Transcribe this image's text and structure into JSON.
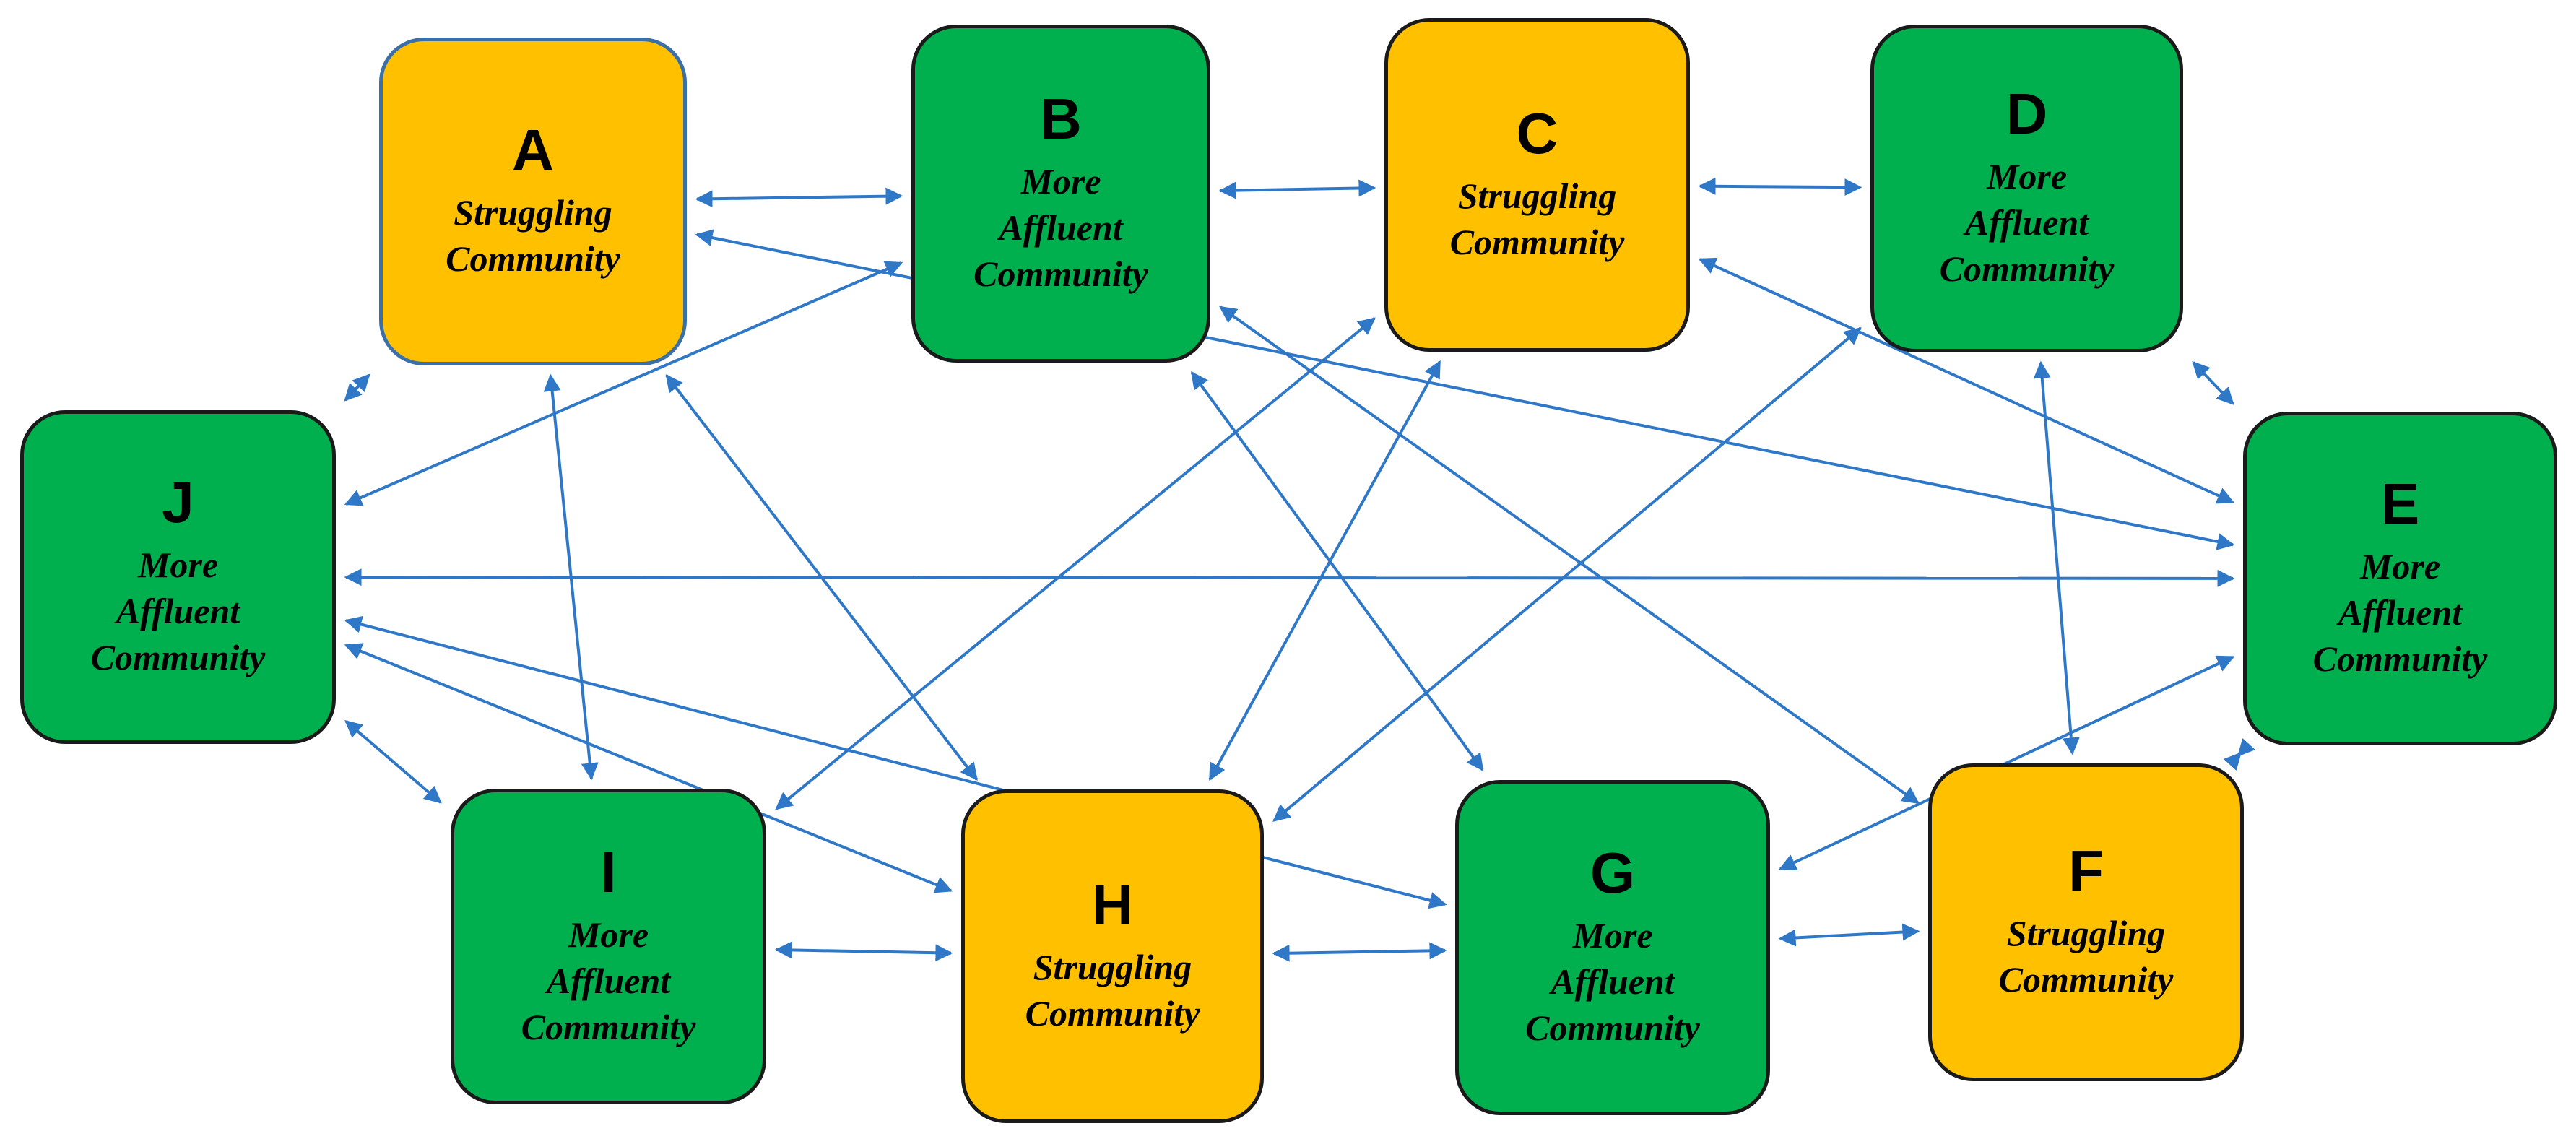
{
  "colors": {
    "arrow": "#2f78c8",
    "struggling": "#ffc000",
    "affluent": "#00b04f"
  },
  "nodes": {
    "A": {
      "letter": "A",
      "label": "Struggling\nCommunity",
      "kind": "struggling"
    },
    "B": {
      "letter": "B",
      "label": "More\nAffluent\nCommunity",
      "kind": "affluent"
    },
    "C": {
      "letter": "C",
      "label": "Struggling\nCommunity",
      "kind": "struggling"
    },
    "D": {
      "letter": "D",
      "label": "More\nAffluent\nCommunity",
      "kind": "affluent"
    },
    "E": {
      "letter": "E",
      "label": "More\nAffluent\nCommunity",
      "kind": "affluent"
    },
    "F": {
      "letter": "F",
      "label": "Struggling\nCommunity",
      "kind": "struggling"
    },
    "G": {
      "letter": "G",
      "label": "More\nAffluent\nCommunity",
      "kind": "affluent"
    },
    "H": {
      "letter": "H",
      "label": "Struggling\nCommunity",
      "kind": "struggling"
    },
    "I": {
      "letter": "I",
      "label": "More\nAffluent\nCommunity",
      "kind": "affluent"
    },
    "J": {
      "letter": "J",
      "label": "More\nAffluent\nCommunity",
      "kind": "affluent"
    }
  },
  "edges": [
    [
      "A",
      "B"
    ],
    [
      "B",
      "C"
    ],
    [
      "C",
      "D"
    ],
    [
      "D",
      "E"
    ],
    [
      "E",
      "F"
    ],
    [
      "F",
      "G"
    ],
    [
      "G",
      "H"
    ],
    [
      "H",
      "I"
    ],
    [
      "I",
      "J"
    ],
    [
      "J",
      "A"
    ],
    [
      "A",
      "E"
    ],
    [
      "A",
      "H"
    ],
    [
      "A",
      "I"
    ],
    [
      "B",
      "J"
    ],
    [
      "B",
      "G"
    ],
    [
      "B",
      "F"
    ],
    [
      "C",
      "I"
    ],
    [
      "C",
      "H"
    ],
    [
      "C",
      "E"
    ],
    [
      "D",
      "H"
    ],
    [
      "D",
      "F"
    ],
    [
      "J",
      "E"
    ],
    [
      "J",
      "G"
    ],
    [
      "J",
      "H"
    ],
    [
      "E",
      "G"
    ]
  ]
}
